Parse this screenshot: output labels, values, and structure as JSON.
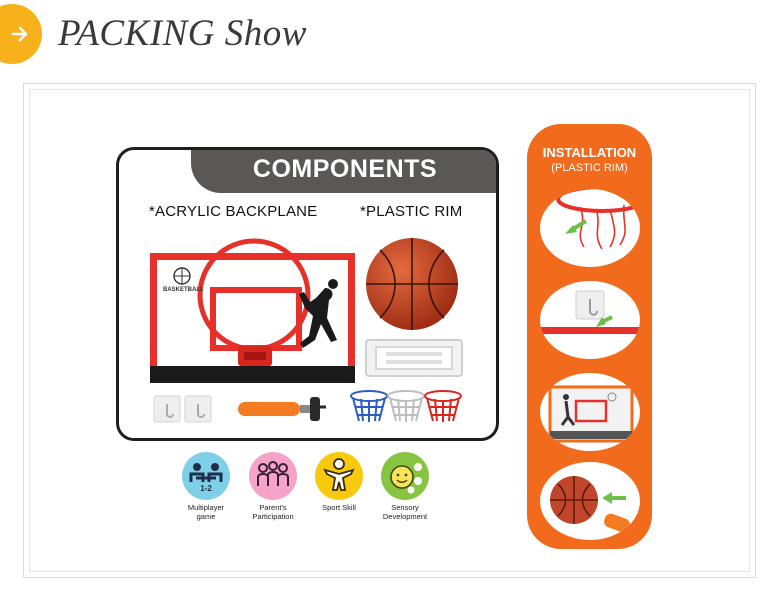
{
  "header": {
    "title": "PACKING Show",
    "badge_icon": "arrow-right-icon",
    "badge_color": "#f7b21b"
  },
  "components": {
    "title": "COMPONENTS",
    "backplane_label": "*ACRYLIC BACKPLANE",
    "rim_label": "*PLASTIC  RIM",
    "board_text": "BASKETBALL"
  },
  "skills": [
    {
      "icon": "multiplayer-icon",
      "badge": "1-2",
      "label_line1": "Multiplayer",
      "label_line2": "game",
      "color": "#7ed0e8"
    },
    {
      "icon": "family-icon",
      "label_line1": "Parent's",
      "label_line2": "Participation",
      "color": "#f5a3c8"
    },
    {
      "icon": "person-icon",
      "label_line1": "Sport Skill",
      "label_line2": "",
      "color": "#f9c90e"
    },
    {
      "icon": "face-icon",
      "label_line1": "Sensory",
      "label_line2": "Development",
      "color": "#87c540"
    }
  ],
  "installation": {
    "title": "INSTALLATION",
    "subtitle": "(PLASTIC RIM)",
    "color": "#f26a1b"
  },
  "colors": {
    "accent_orange": "#f26a1b",
    "board_red": "#e8302a",
    "tab_gray": "#5b5757"
  }
}
